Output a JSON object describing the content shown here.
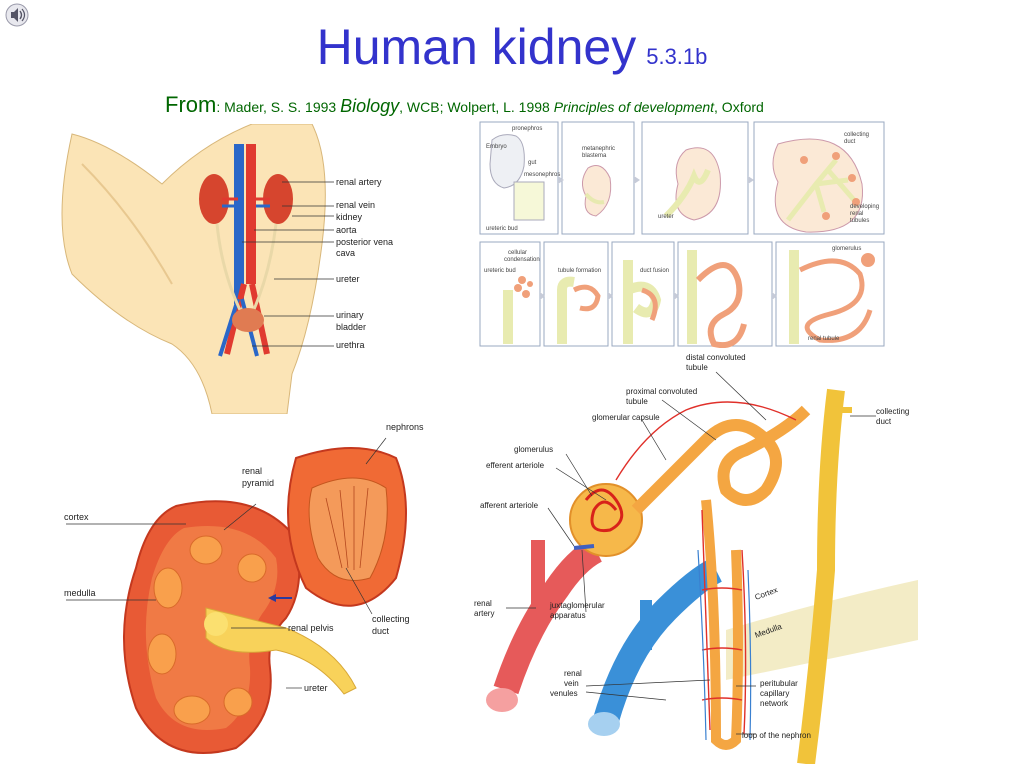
{
  "slide": {
    "title": "Human kidney",
    "number": "5.3.1b",
    "source": {
      "from_label": "From",
      "part1": ": Mader, S. S. 1993 ",
      "book1": "Biology",
      "part2": ", WCB;  Wolpert, L. 1998 ",
      "book2": "Principles of development",
      "part3": ", Oxford"
    }
  },
  "figure_urinary": {
    "labels": [
      "renal artery",
      "renal vein",
      "kidney",
      "aorta",
      "posterior vena",
      "cava",
      "ureter",
      "urinary",
      "bladder",
      "urethra"
    ]
  },
  "figure_development": {
    "labels": [
      "pronephros",
      "Embryo",
      "gut",
      "mesonephros",
      "ureteric bud",
      "metanephric",
      "blastema",
      "ureter",
      "collecting",
      "duct",
      "developing",
      "renal",
      "tubules",
      "cellular",
      "condensation",
      "ureteric bud",
      "tubule formation",
      "duct fusion",
      "glomerulus",
      "renal tubule"
    ]
  },
  "figure_section": {
    "labels": [
      "nephrons",
      "renal",
      "pyramid",
      "cortex",
      "medulla",
      "renal pelvis",
      "collecting",
      "duct",
      "ureter"
    ]
  },
  "figure_nephron": {
    "labels": [
      "distal convoluted",
      "tubule",
      "proximal convoluted",
      "tubule",
      "glomerular capsule",
      "collecting",
      "duct",
      "glomerulus",
      "efferent arteriole",
      "afferent arteriole",
      "renal",
      "artery",
      "juxtaglomerular",
      "apparatus",
      "Cortex",
      "Medulla",
      "renal",
      "vein",
      "venules",
      "peritubular",
      "capillary",
      "network",
      "loop of the nephron"
    ]
  },
  "colors": {
    "title": "#3333cc",
    "source": "#006600"
  }
}
